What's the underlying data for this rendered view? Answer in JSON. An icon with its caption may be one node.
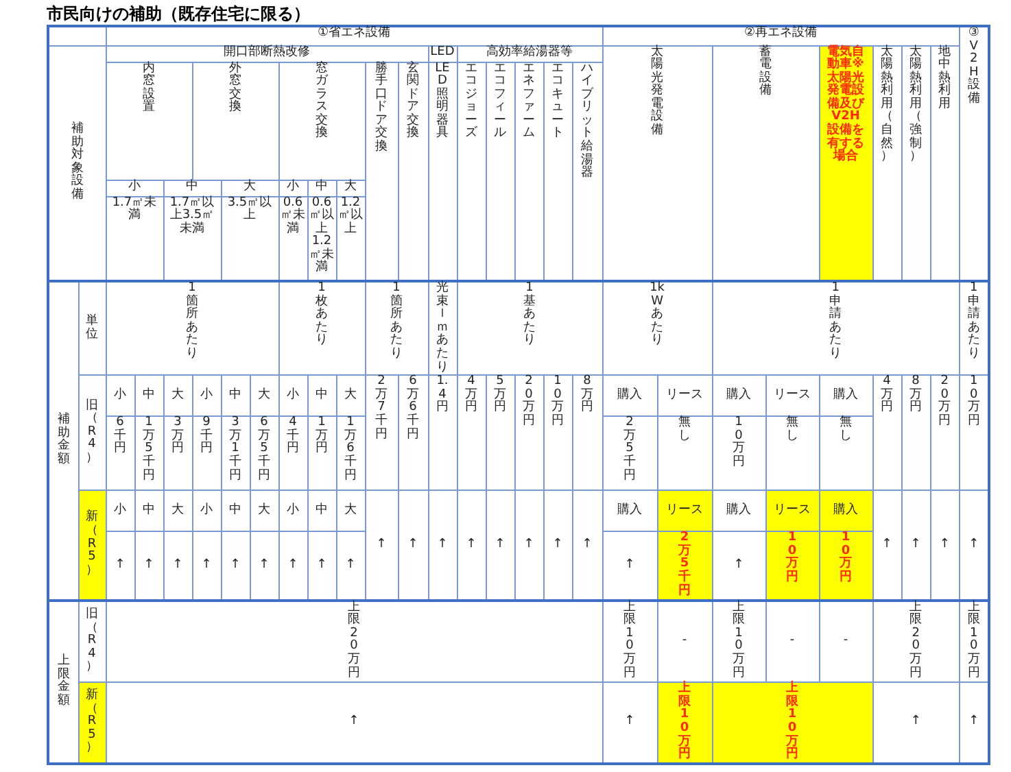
{
  "diagram": {
    "title": "市民向けの補助（既存住宅に限る）",
    "labels": [
      "①省エネ設備",
      "②再エネ設備",
      "③V2H設備",
      "補助対象設備",
      "開口部断熱改修",
      "LED",
      "高効率給湯器等",
      "内窓設置",
      "外窓交換",
      "窓ガラス交換",
      "勝手口ドア交換",
      "玄関ドア交換",
      "LED照明器具",
      "エコジョーズ",
      "エコフィール",
      "エネファーム",
      "エコキュート",
      "ハイブリット給湯器",
      "太陽光発電設備",
      "蓄電設備",
      "電気自動車※太陽光発電設備及びV2H設備を有する場合",
      "太陽熱利用（自然）",
      "太陽熱利用（強制）",
      "地中熱利用",
      "小",
      "中",
      "大",
      "小",
      "中",
      "大",
      "1.7㎡未満",
      "1.7㎡以上3.5㎡未満",
      "3.5㎡以上",
      "0.6㎡未満",
      "0.6㎡以上1.2㎡未満",
      "1.2㎡以上",
      "補助金額",
      "単位",
      "1箇所あたり",
      "1枚あたり",
      "1箇所あたり",
      "光束ｌｍあたり",
      "1基あたり",
      "1kWあたり",
      "1申請あたり",
      "1申請あたり",
      "旧（R4）",
      "小",
      "中",
      "大",
      "小",
      "中",
      "大",
      "小",
      "中",
      "大",
      "2万7千円",
      "6万6千円",
      "1.4円",
      "4万円",
      "5万円",
      "20万円",
      "10万円",
      "8万円",
      "購入",
      "リース",
      "購入",
      "リース",
      "購入",
      "4万円",
      "8万円",
      "20万円",
      "10万円",
      "6千円",
      "1万5千円",
      "3万円",
      "9千円",
      "3万1千円",
      "6万5千円",
      "4千円",
      "1万円",
      "1万6千円",
      "2万5千円",
      "無し",
      "10万円",
      "無し",
      "無し",
      "新（R5）",
      "小",
      "中",
      "大",
      "小",
      "中",
      "大",
      "小",
      "中",
      "大",
      "↑",
      "↑",
      "↑",
      "↑",
      "↑",
      "↑",
      "↑",
      "↑",
      "購入",
      "リース",
      "購入",
      "リース",
      "購入",
      "↑",
      "↑",
      "↑",
      "↑",
      "↑",
      "↑",
      "↑",
      "↑",
      "↑",
      "↑",
      "↑",
      "↑",
      "↑",
      "↑",
      "2万5千円",
      "↑",
      "10万円",
      "10万円",
      "上限金額",
      "旧（R4）",
      "上限20万円",
      "上限10万円",
      "-",
      "上限10万円",
      "-",
      "-",
      "上限20万円",
      "上限10万円",
      "新（R5）",
      "↑",
      "↑",
      "上限10万円",
      "上限10万円",
      "↑",
      "↑"
    ]
  }
}
